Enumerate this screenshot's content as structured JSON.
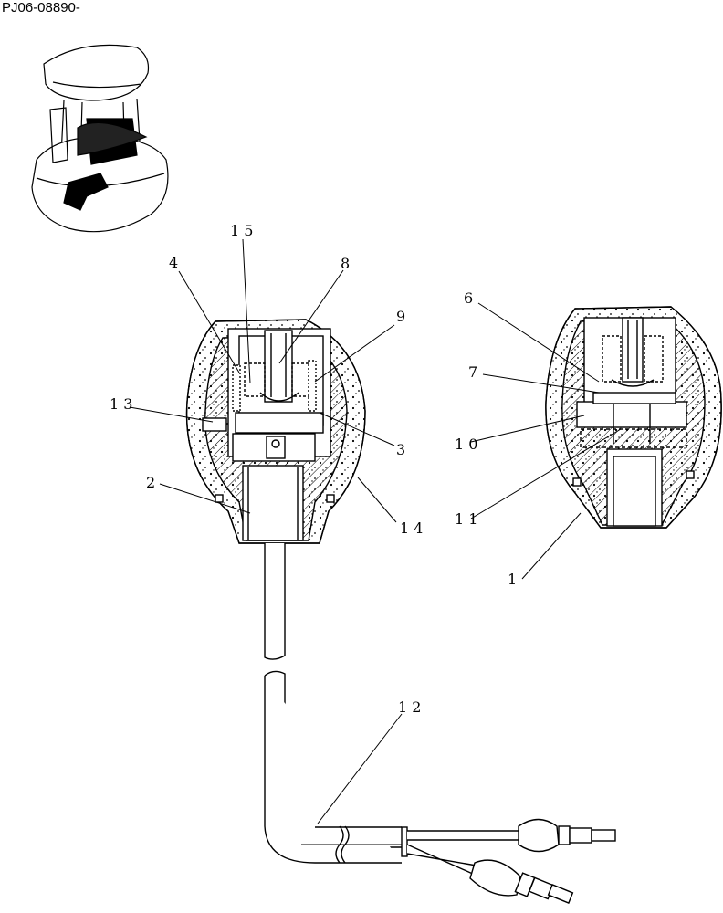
{
  "document": {
    "code": "PJ06-08890-"
  },
  "callouts": {
    "c15": "1 5",
    "c4": "4",
    "c8": "8",
    "c9": "9",
    "c13": "1 3",
    "c3": "3",
    "c2": "2",
    "c14": "1 4",
    "c6": "6",
    "c7": "7",
    "c10": "1 0",
    "c11": "1 1",
    "c1": "1",
    "c12": "1 2"
  },
  "colors": {
    "line": "#000000",
    "background": "#ffffff"
  }
}
